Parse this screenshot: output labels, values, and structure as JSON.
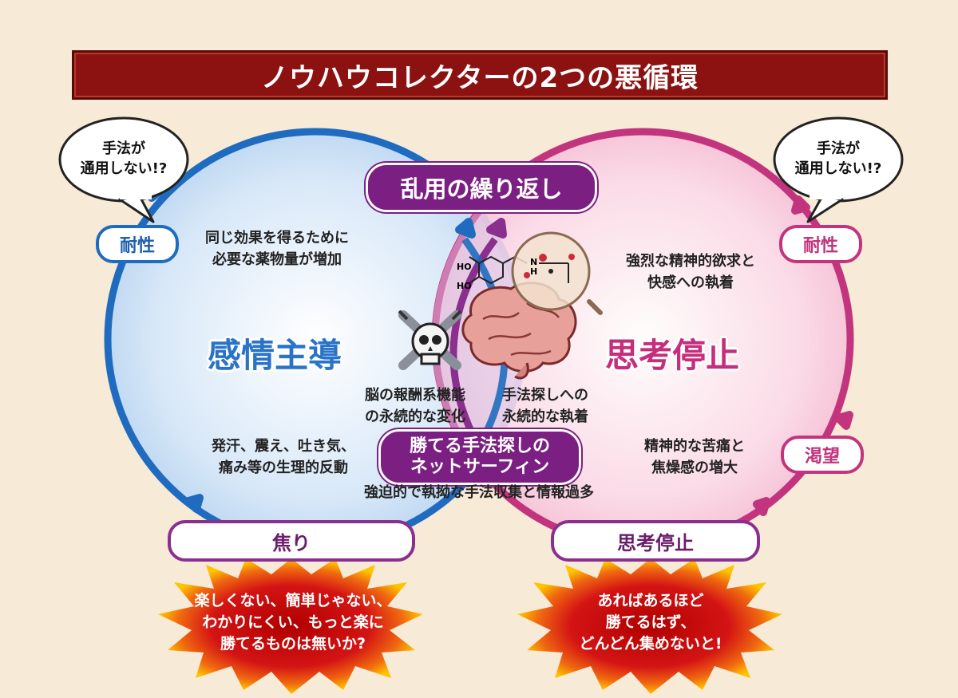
{
  "title": "ノウハウコレクターの2つの悪循環",
  "left": {
    "bubble": [
      "手法が",
      "通用しない!?"
    ],
    "tolerance_label": "耐性",
    "desc_top": [
      "同じ効果を得るために",
      "必要な薬物量が増加"
    ],
    "center_title": "感情主導",
    "desc_bottom": [
      "発汗、震え、吐き気、",
      "痛み等の生理的反動"
    ],
    "bottom_label": "焦り",
    "burst": [
      "楽しくない、簡単じゃない、",
      "わかりにくい、もっと楽に",
      "勝てるものは無いか?"
    ]
  },
  "right": {
    "bubble": [
      "手法が",
      "通用しない!?"
    ],
    "tolerance_label": "耐性",
    "desc_top": [
      "強烈な精神的欲求と",
      "快感への執着"
    ],
    "center_title": "思考停止",
    "craving_label": "渇望",
    "desc_bottom": [
      "精神的な苦痛と",
      "焦燥感の増大"
    ],
    "bottom_label": "思考停止",
    "burst": [
      "あればあるほど",
      "勝てるはず、",
      "どんどん集めないと!"
    ]
  },
  "center": {
    "top_pill": "乱用の繰り返し",
    "brain_left": [
      "脳の報酬系機能",
      "の永続的な変化"
    ],
    "brain_right": [
      "手法探しへの",
      "永続的な執着"
    ],
    "bottom_pill": [
      "勝てる手法探しの",
      "ネットサーフィン"
    ],
    "bottom_caption": "強迫的で執拗な手法収集と情報過多",
    "molecule_labels": [
      "HO",
      "HO",
      "N",
      "H"
    ]
  },
  "colors": {
    "blue": "#1f6bbf",
    "pink": "#c2347e",
    "purple": "#7b1f82",
    "title_bg": "#8c1212"
  }
}
